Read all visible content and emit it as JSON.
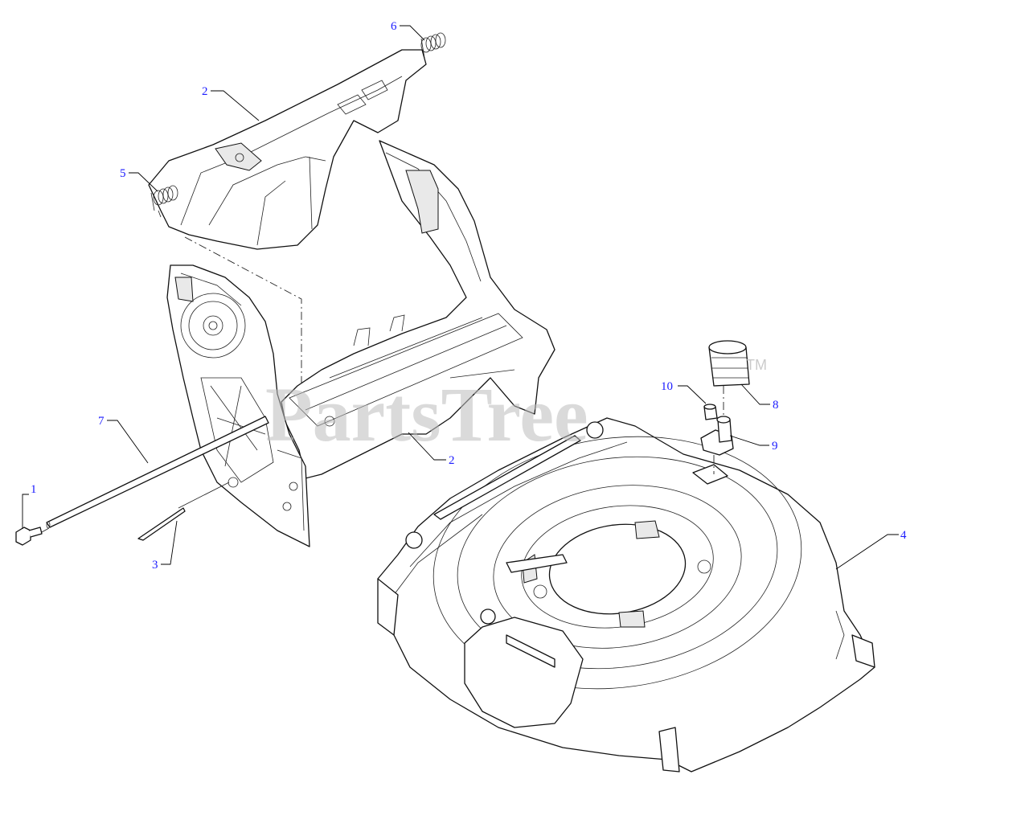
{
  "watermark": {
    "text": "PartsTree",
    "tm": "TM"
  },
  "callouts": [
    {
      "id": "c1",
      "label": "1"
    },
    {
      "id": "c2a",
      "label": "2"
    },
    {
      "id": "c2b",
      "label": "2"
    },
    {
      "id": "c3",
      "label": "3"
    },
    {
      "id": "c4",
      "label": "4"
    },
    {
      "id": "c5",
      "label": "5"
    },
    {
      "id": "c6",
      "label": "6"
    },
    {
      "id": "c7",
      "label": "7"
    },
    {
      "id": "c8",
      "label": "8"
    },
    {
      "id": "c9",
      "label": "9"
    },
    {
      "id": "c10",
      "label": "10"
    }
  ]
}
